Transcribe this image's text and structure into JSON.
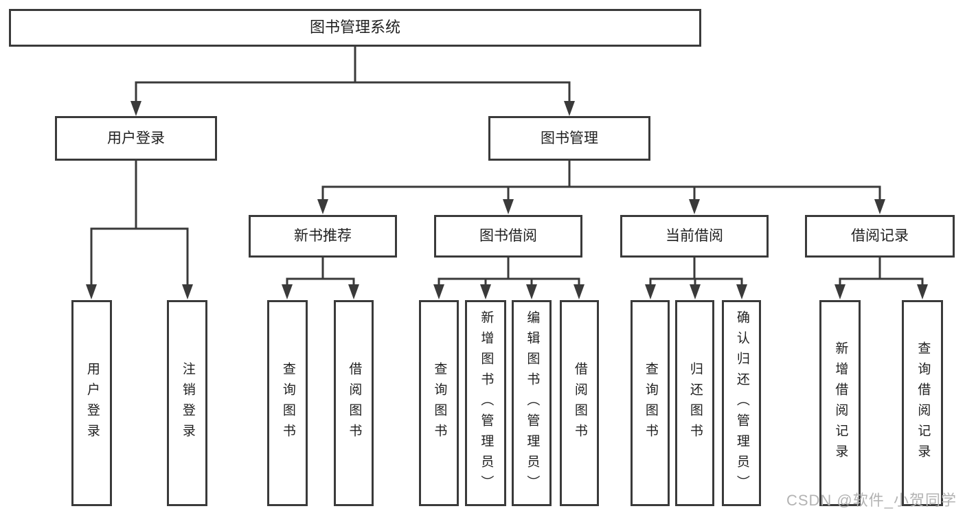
{
  "tree": {
    "label": "图书管理系统",
    "children": [
      {
        "label": "用户登录",
        "children": [
          {
            "label": "用户登录"
          },
          {
            "label": "注销登录"
          }
        ]
      },
      {
        "label": "图书管理",
        "children": [
          {
            "label": "新书推荐",
            "children": [
              {
                "label": "查询图书"
              },
              {
                "label": "借阅图书"
              }
            ]
          },
          {
            "label": "图书借阅",
            "children": [
              {
                "label": "查询图书"
              },
              {
                "label": "新增图书（管理员）"
              },
              {
                "label": "编辑图书（管理员）"
              },
              {
                "label": "借阅图书"
              }
            ]
          },
          {
            "label": "当前借阅",
            "children": [
              {
                "label": "查询图书"
              },
              {
                "label": "归还图书"
              },
              {
                "label": "确认归还（管理员）"
              }
            ]
          },
          {
            "label": "借阅记录",
            "children": [
              {
                "label": "新增借阅记录"
              },
              {
                "label": "查询借阅记录"
              }
            ]
          }
        ]
      }
    ]
  },
  "watermark": {
    "text": "CSDN @软件_小贺同学"
  },
  "colors": {
    "line": "#3a3a3a",
    "box_border": "#3a3a3a",
    "box_background": "#ffffff",
    "text": "#1f1f1f",
    "page_background": "#ffffff",
    "watermark_text": "#b3b3b3"
  }
}
